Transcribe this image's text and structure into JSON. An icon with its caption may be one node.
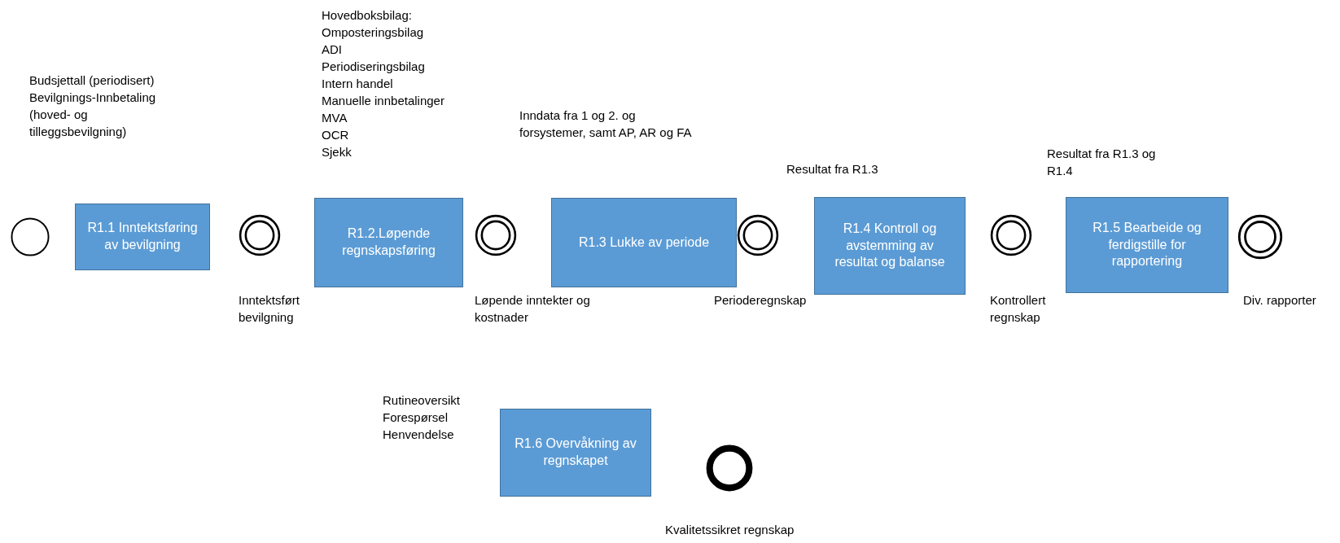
{
  "diagram": {
    "nodes": [
      {
        "text": [],
        "shape": "circle"
      },
      {
        "text": [
          "R1.1 Inntektsføring av bevilgning"
        ],
        "beside": [
          "Budsjettall (periodisert)",
          "Bevilgnings-Innbetaling (hoved- og tilleggsbevilgning)"
        ]
      },
      {
        "text": [],
        "shape": "double-circle"
      },
      {
        "text": [
          "R1.2.Løpende regnskapsføring"
        ],
        "beside": [
          "Hovedboksbilag:",
          "Omposteringsbilag",
          "ADI",
          "Periodiseringsbilag",
          "Intern handel",
          "Manuelle innbetalinger",
          "MVA",
          "OCR",
          "Sjekk"
        ]
      },
      {
        "text": [],
        "shape": "double-circle"
      },
      {
        "text": [
          "R1.3 Lukke av periode"
        ]
      },
      {
        "text": [],
        "shape": "double-circle"
      },
      {
        "text": [
          "R1.4 Kontroll og avstemming av resultat og balanse"
        ],
        "beside": [
          "Resultat fra R1.3"
        ]
      },
      {
        "text": [],
        "shape": "double-circle"
      },
      {
        "text": [
          "R1.5 Bearbeide og ferdigstille for rapportering"
        ],
        "beside": [
          "Resultat fra R1.3 og R1.4"
        ]
      },
      {
        "text": [],
        "shape": "double-circle"
      },
      {
        "text": [
          "R1.6 Overvåkning av regnskapet"
        ],
        "beside": [
          "Rutineoversikt",
          "Forespørsel",
          "Henvendelse"
        ]
      },
      {
        "text": [],
        "shape": "thick-circle",
        "beside": [
          "Kvalitetssikret regnskap"
        ]
      }
    ],
    "labels": [
      "Inndata fra 1 og 2. og forsystemer, samt AP, AR og FA",
      "Inntektsført bevilgning",
      "Løpende inntekter og kostnader",
      "Perioderegnskap",
      "Kontrollert regnskap",
      "Div. rapporter"
    ]
  }
}
